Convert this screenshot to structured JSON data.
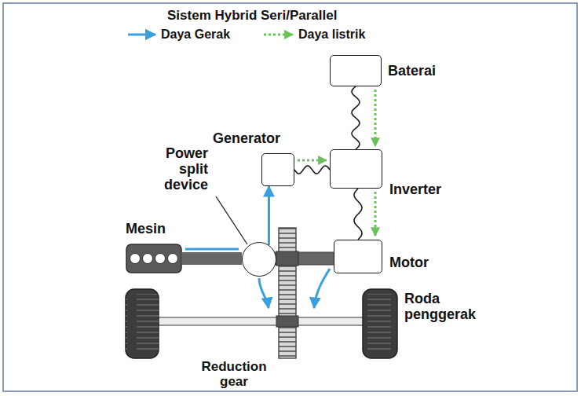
{
  "diagram": {
    "title": "Sistem Hybrid Seri/Parallel",
    "nodes": [
      {
        "text": [
          "Baterai"
        ]
      },
      {
        "text": [
          "Generator"
        ]
      },
      {
        "text": [
          "Inverter"
        ]
      },
      {
        "text": [
          "Mesin"
        ]
      },
      {
        "text": [
          "Power split device"
        ]
      },
      {
        "text": [
          "Motor"
        ]
      }
    ],
    "edges": [
      {
        "from": 0,
        "to": 2,
        "arrow": "none"
      },
      {
        "from": 1,
        "to": 2,
        "arrow": "none"
      },
      {
        "from": 2,
        "to": 5,
        "arrow": "none"
      },
      {
        "from": 3,
        "to": 4,
        "arrow": "none"
      },
      {
        "from": 4,
        "to": 1,
        "arrow": "to"
      }
    ],
    "labels": [
      "Roda penggerak",
      "Reduction gear"
    ],
    "legend": [
      {
        "text": "Daya Gerak"
      },
      {
        "text": "Daya listrik"
      }
    ]
  }
}
